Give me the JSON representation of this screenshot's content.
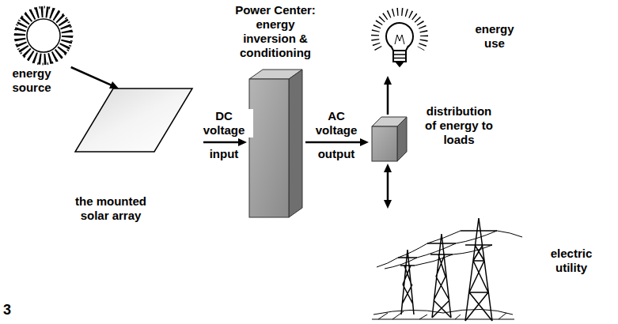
{
  "diagram": {
    "nodes": [
      {
        "text": [
          "energy source"
        ]
      },
      {
        "text": [
          "the mounted solar array"
        ]
      },
      {
        "text": [
          "Power Center: energy inversion & conditioning"
        ]
      },
      {
        "text": [
          "distribution of energy to loads"
        ]
      },
      {
        "text": [
          "energy use"
        ]
      },
      {
        "text": [
          "electric utility"
        ]
      }
    ],
    "edges": [
      {
        "from": 0,
        "to": 1,
        "arrow": "to"
      },
      {
        "from": 1,
        "to": 2,
        "label": "DC voltage",
        "arrow": "to"
      },
      {
        "from": 2,
        "to": 3,
        "label": "AC voltage",
        "arrow": "to"
      },
      {
        "from": 3,
        "to": 4,
        "arrow": "to"
      },
      {
        "from": 3,
        "to": 5,
        "arrow": "both"
      }
    ],
    "labels": [
      "input",
      "output",
      "3"
    ]
  }
}
